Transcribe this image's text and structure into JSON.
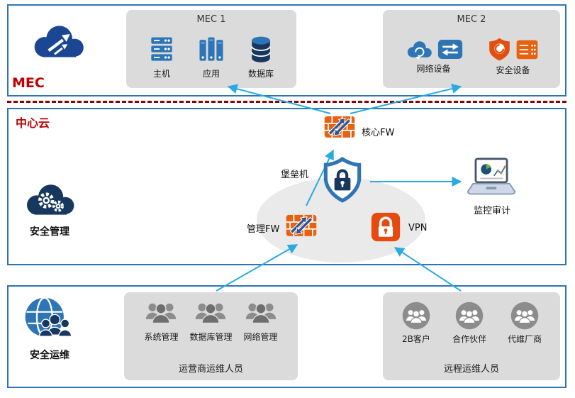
{
  "colors": {
    "section_border": "#2E74B5",
    "accent_red": "#C00000",
    "arrow_blue": "#29ABE2",
    "firewall_orange": "#E8610F",
    "icon_blue": "#2E75B6",
    "icon_navy": "#17375E",
    "group_gray": "#DBDBDB",
    "people_gray": "#8C8C8C"
  },
  "mec_section": {
    "label": "MEC",
    "mec1": {
      "title": "MEC 1",
      "items": [
        {
          "label": "主机"
        },
        {
          "label": "应用"
        },
        {
          "label": "数据库"
        }
      ]
    },
    "mec2": {
      "title": "MEC 2",
      "items": [
        {
          "label": "网络设备"
        },
        {
          "label": "安全设备"
        }
      ]
    }
  },
  "cloud_section": {
    "label": "中心云",
    "security_mgmt_label": "安全管理",
    "core_fw_label": "核心FW",
    "bastion_label": "堡垒机",
    "mgmt_fw_label": "管理FW",
    "vpn_label": "VPN",
    "monitor_label": "监控审计"
  },
  "ops_section": {
    "label": "安全运维",
    "operator_group": {
      "items": [
        {
          "label": "系统管理"
        },
        {
          "label": "数据库管理"
        },
        {
          "label": "网络管理"
        }
      ],
      "caption": "运营商运维人员"
    },
    "remote_group": {
      "items": [
        {
          "label": "2B客户"
        },
        {
          "label": "合作伙伴"
        },
        {
          "label": "代维厂商"
        }
      ],
      "caption": "远程运维人员"
    }
  }
}
